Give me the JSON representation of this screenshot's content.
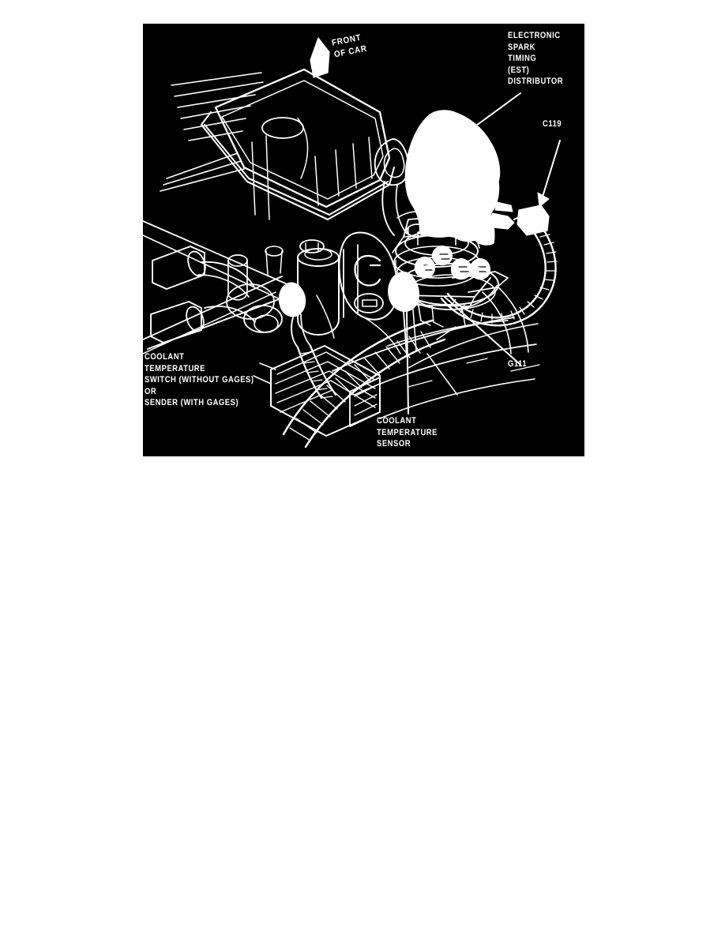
{
  "page": {
    "background_color": "#ffffff",
    "plate_background_color": "#000000",
    "line_color": "#ffffff"
  },
  "diagram": {
    "kind": "automotive-engine-component-location",
    "orientation_note": "FRONT\nOF CAR",
    "labels": {
      "est_distributor": "ELECTRONIC\nSPARK\nTIMING\n(EST)\nDISTRIBUTOR",
      "connector_c119": "C119",
      "ground_g111": "G111",
      "coolant_temperature_switch": "COOLANT\nTEMPERATURE\nSWITCH (WITHOUT GAGES)\nOR\nSENDER (WITH GAGES)",
      "coolant_temperature_sensor": "COOLANT\nTEMPERATURE\nSENSOR"
    }
  }
}
